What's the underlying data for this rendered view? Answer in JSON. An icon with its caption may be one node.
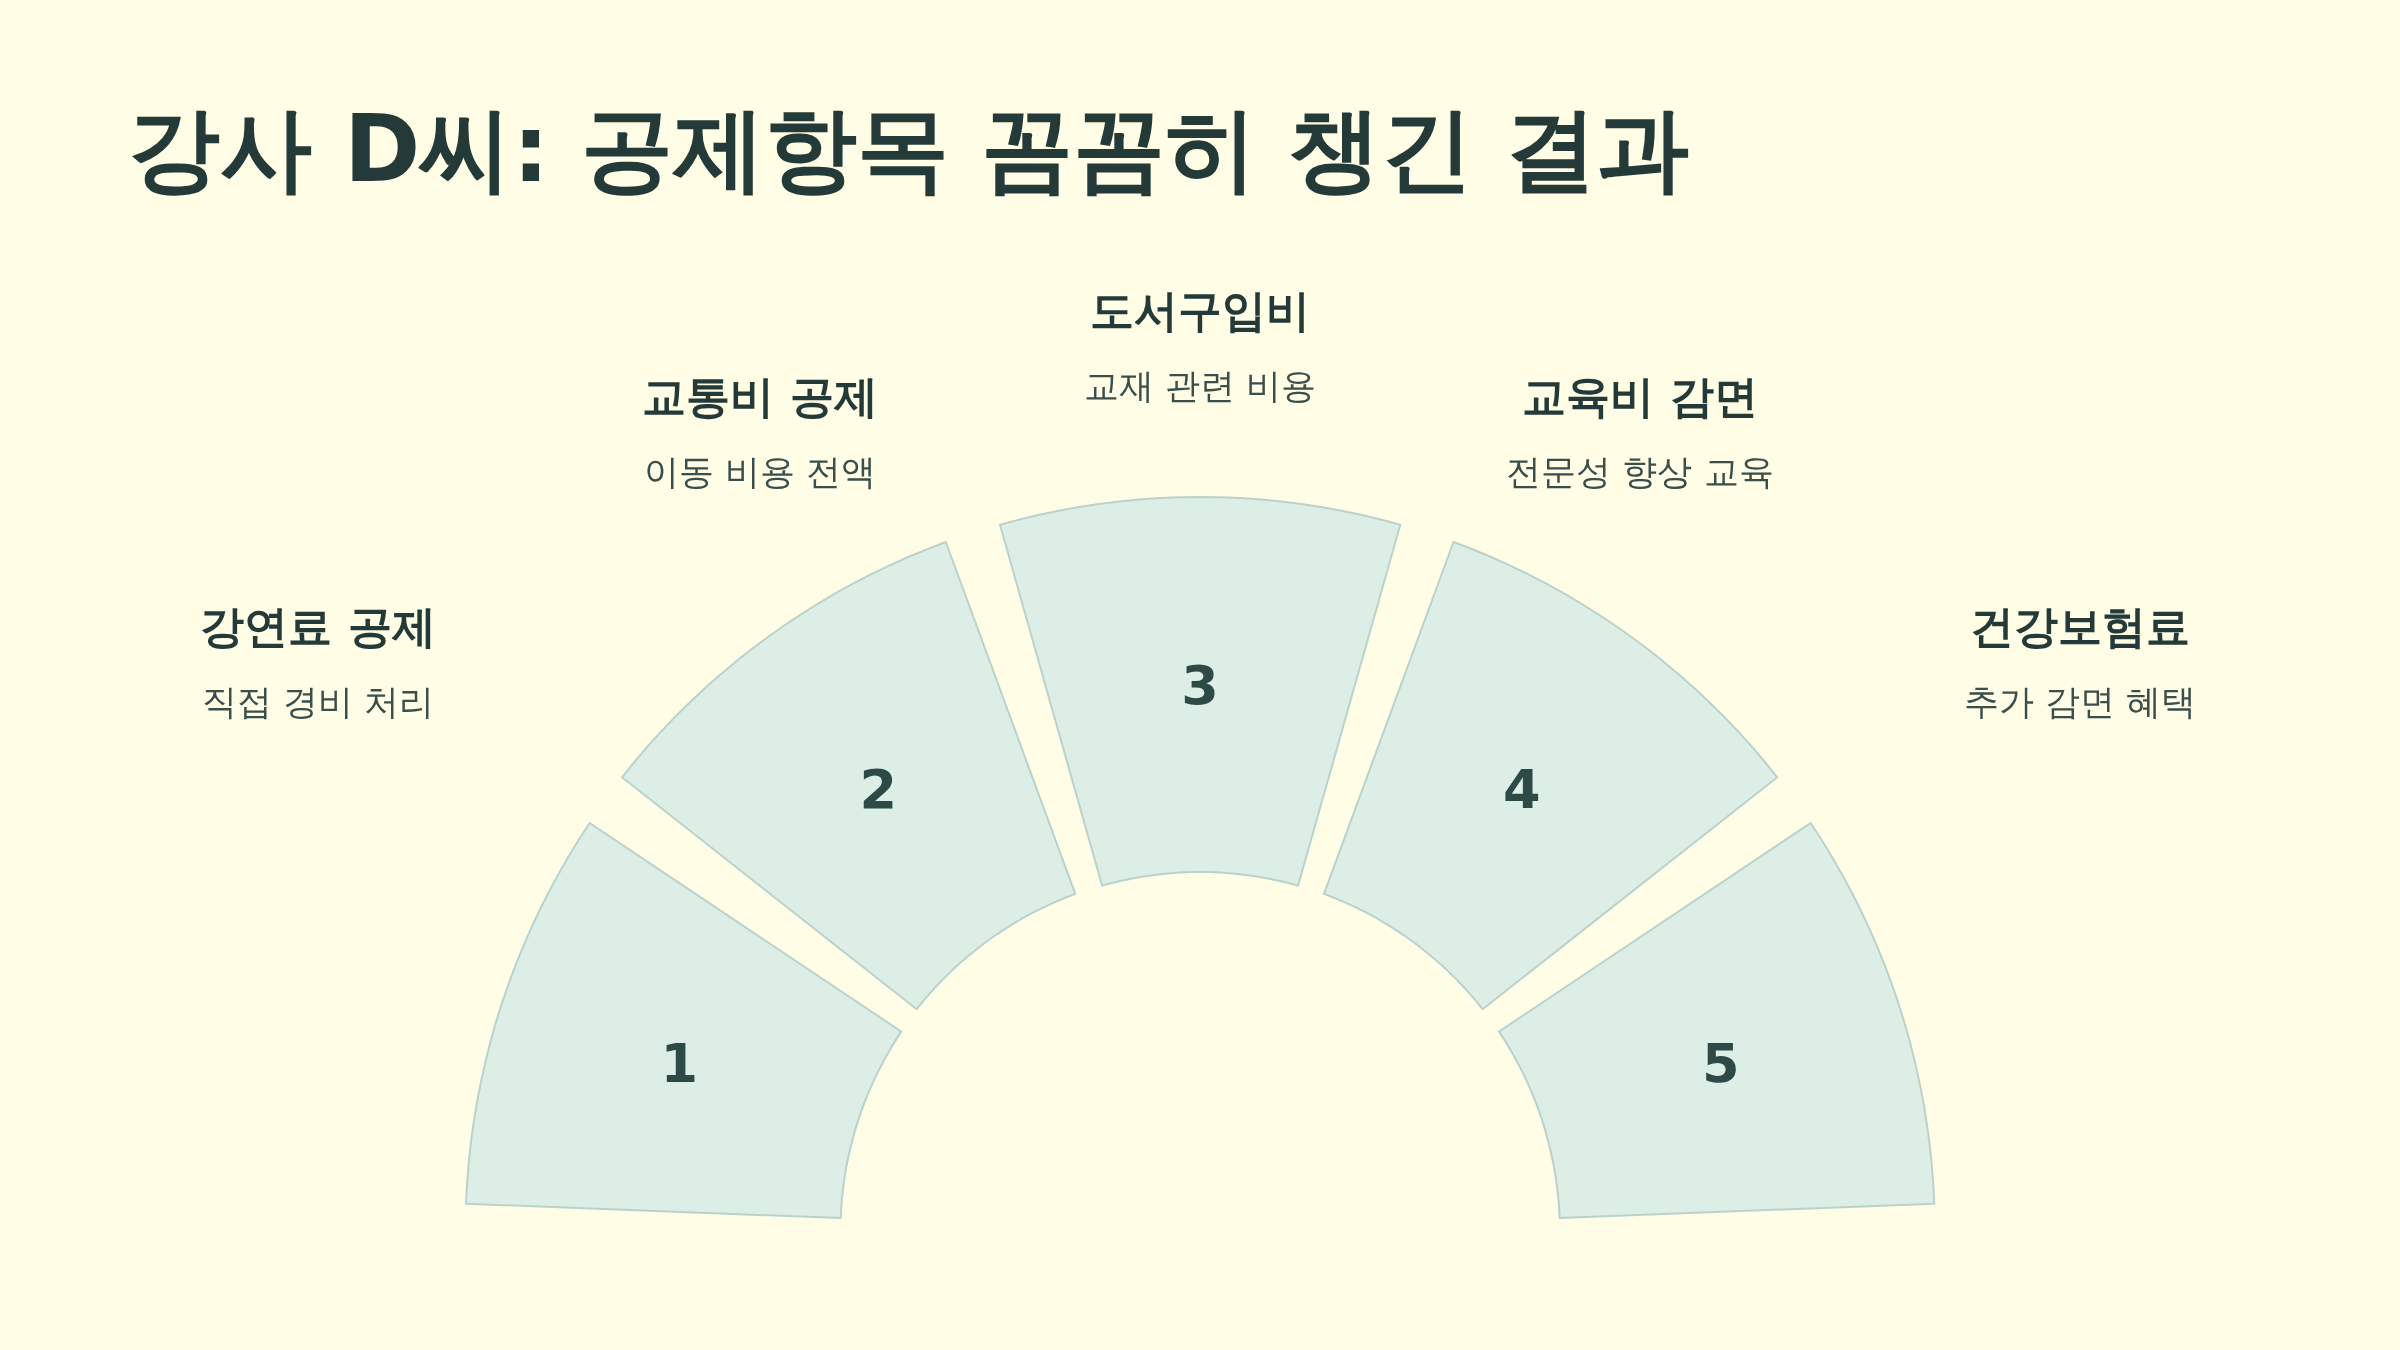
{
  "diagram": {
    "title": "강사 D씨: 공제항목 꼼꼼히 챙긴 결과",
    "nodes": [
      {
        "text": [
          "1"
        ],
        "beside": [
          "강연료 공제",
          "직접 경비 처리"
        ]
      },
      {
        "text": [
          "2"
        ],
        "beside": [
          "교통비 공제",
          "이동 비용 전액"
        ]
      },
      {
        "text": [
          "3"
        ],
        "beside": [
          "도서구입비",
          "교재 관련 비용"
        ]
      },
      {
        "text": [
          "4"
        ],
        "beside": [
          "교육비 감면",
          "전문성 향상 교육"
        ]
      },
      {
        "text": [
          "5"
        ],
        "beside": [
          "건강보험료",
          "추가 감면 혜택"
        ]
      }
    ]
  }
}
